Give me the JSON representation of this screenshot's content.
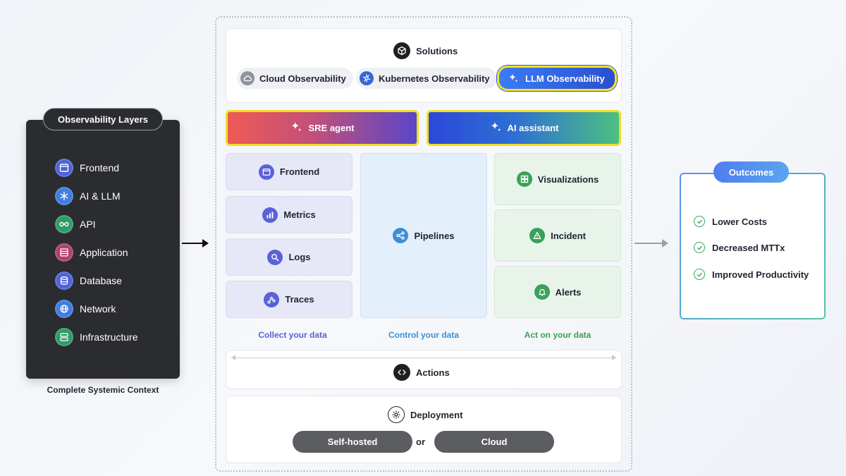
{
  "layers": {
    "title": "Observability Layers",
    "caption": "Complete Systemic Context",
    "items": [
      {
        "label": "Frontend",
        "icon": "browser-window-icon",
        "color": "#4f63d6"
      },
      {
        "label": "AI & LLM",
        "icon": "snowflake-icon",
        "color": "#3f7de0"
      },
      {
        "label": "API",
        "icon": "link-icon",
        "color": "#2f9a6c"
      },
      {
        "label": "Application",
        "icon": "application-grid-icon",
        "color": "#b0406e"
      },
      {
        "label": "Database",
        "icon": "database-icon",
        "color": "#4f63d6"
      },
      {
        "label": "Network",
        "icon": "globe-icon",
        "color": "#3f7de0"
      },
      {
        "label": "Infrastructure",
        "icon": "server-icon",
        "color": "#2f9a6c"
      }
    ]
  },
  "solutions": {
    "title": "Solutions",
    "items": [
      {
        "label": "Cloud Observability",
        "icon": "cloud-icon"
      },
      {
        "label": "Kubernetes Observability",
        "icon": "kubernetes-wheel-icon"
      },
      {
        "label": "LLM Observability",
        "icon": "sparkle-icon",
        "highlighted": true
      }
    ]
  },
  "agents": {
    "sre": {
      "label": "SRE agent",
      "icon": "sparkle-icon"
    },
    "assistant": {
      "label": "AI assistant",
      "icon": "sparkle-icon"
    }
  },
  "collect": {
    "label": "Collect your data",
    "color": "#5a62d8",
    "items": [
      {
        "label": "Frontend",
        "icon": "browser-window-icon"
      },
      {
        "label": "Metrics",
        "icon": "bar-chart-icon"
      },
      {
        "label": "Logs",
        "icon": "search-icon"
      },
      {
        "label": "Traces",
        "icon": "trace-nodes-icon"
      }
    ]
  },
  "control": {
    "label": "Control your data",
    "color": "#3b8fd9",
    "item": {
      "label": "Pipelines",
      "icon": "share-nodes-icon"
    }
  },
  "act": {
    "label": "Act on your data",
    "color": "#3aa05a",
    "items": [
      {
        "label": "Visualizations",
        "icon": "dashboard-icon"
      },
      {
        "label": "Incident",
        "icon": "warning-icon"
      },
      {
        "label": "Alerts",
        "icon": "bell-icon"
      }
    ]
  },
  "actions": {
    "label": "Actions",
    "icon": "code-brackets-icon"
  },
  "deployment": {
    "label": "Deployment",
    "icon": "gear-icon",
    "options": [
      "Self-hosted",
      "Cloud"
    ],
    "separator": "or"
  },
  "outcomes": {
    "title": "Outcomes",
    "items": [
      "Lower Costs",
      "Decreased MTTx",
      "Improved Productivity"
    ]
  }
}
